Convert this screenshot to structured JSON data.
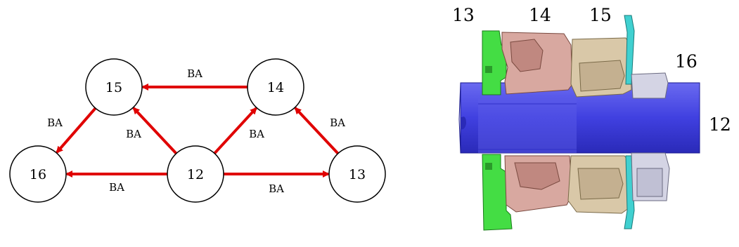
{
  "graph": {
    "nodes": [
      {
        "id": "12",
        "label": "12"
      },
      {
        "id": "13",
        "label": "13"
      },
      {
        "id": "14",
        "label": "14"
      },
      {
        "id": "15",
        "label": "15"
      },
      {
        "id": "16",
        "label": "16"
      }
    ],
    "edges": [
      {
        "from": "14",
        "to": "15",
        "label": "BA"
      },
      {
        "from": "15",
        "to": "16",
        "label": "BA"
      },
      {
        "from": "12",
        "to": "15",
        "label": "BA"
      },
      {
        "from": "12",
        "to": "14",
        "label": "BA"
      },
      {
        "from": "13",
        "to": "14",
        "label": "BA"
      },
      {
        "from": "12",
        "to": "16",
        "label": "BA"
      },
      {
        "from": "12",
        "to": "13",
        "label": "BA"
      }
    ],
    "edge_color": "#e00000"
  },
  "assembly": {
    "labels": {
      "part13": "13",
      "part14": "14",
      "part15": "15",
      "part16": "16",
      "part12": "12"
    },
    "colors": {
      "shaft": "#4646e0",
      "green": "#44dd44",
      "pink": "#d8a8a0",
      "tan": "#d9c8a8",
      "silver": "#d4d4e4",
      "cyan": "#40d0d0"
    }
  }
}
